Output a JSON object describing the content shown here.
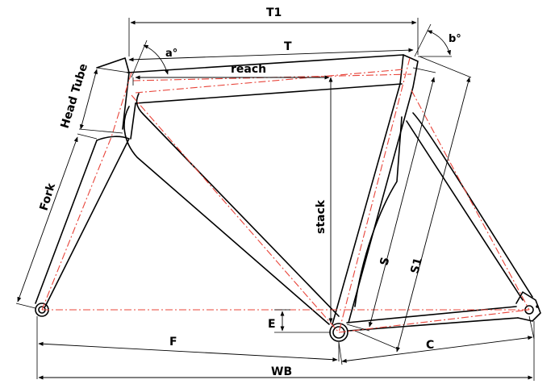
{
  "labels": {
    "t1": "T1",
    "t": "T",
    "reach": "reach",
    "a_angle": "a°",
    "b_angle": "b°",
    "head_tube": "Head Tube",
    "fork": "Fork",
    "stack": "stack",
    "s": "S",
    "s1": "S1",
    "e": "E",
    "f": "F",
    "c": "C",
    "wb": "WB"
  },
  "colors": {
    "frame_line": "#000000",
    "center_line": "#e8443a",
    "background": "#ffffff"
  }
}
